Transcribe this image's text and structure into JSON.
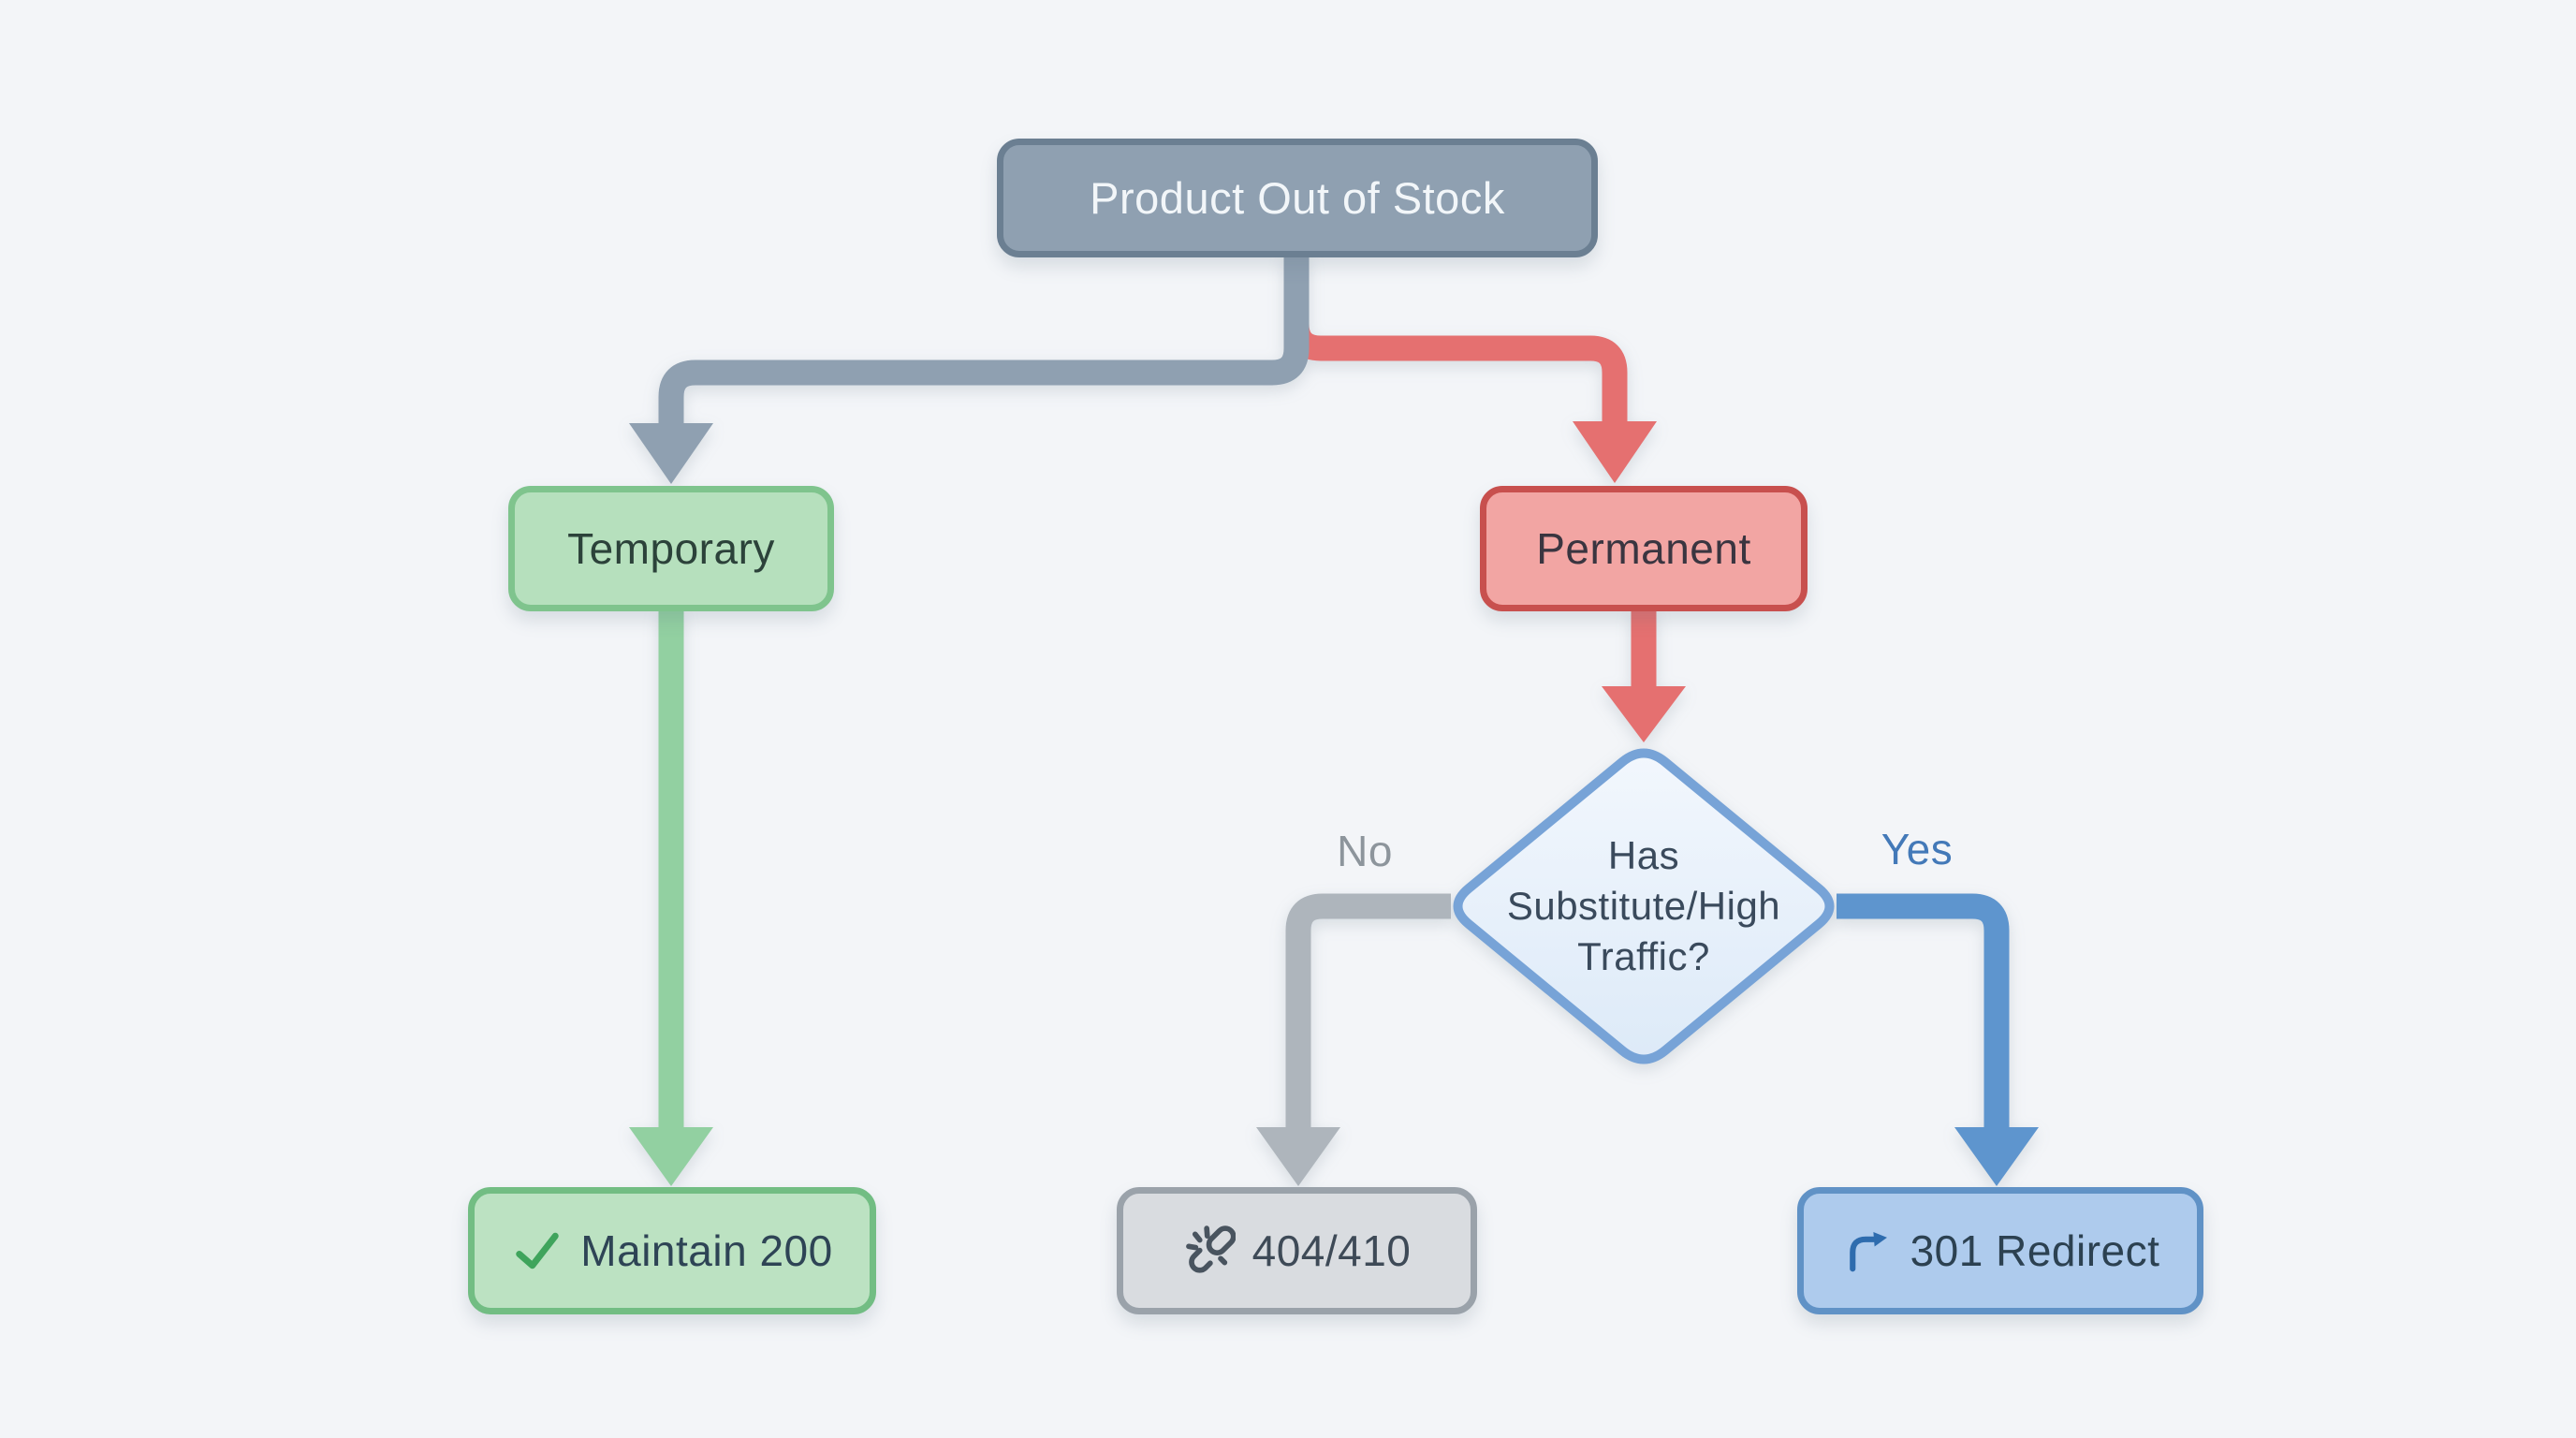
{
  "canvas": {
    "background": "#F3F5F8"
  },
  "nodes": {
    "root": {
      "label": "Product Out of Stock",
      "fill": "#8FA0B1",
      "border": "#6B7F92",
      "text_color": "#F2F6F9"
    },
    "temporary": {
      "label": "Temporary",
      "fill": "#B6E0BD",
      "border": "#7FC48D",
      "text_color": "#2C423A"
    },
    "permanent": {
      "label": "Permanent",
      "fill": "#F2A5A3",
      "border": "#C8504E",
      "text_color": "#3A3540"
    },
    "decision": {
      "line1": "Has",
      "line2": "Substitute/High",
      "line3": "Traffic?",
      "fill_top": "#F2F7FD",
      "fill_bottom": "#DDEAF8",
      "border": "#77A3D7",
      "text_color": "#3A4A5C"
    },
    "maintain": {
      "label": "Maintain 200",
      "icon": "check-icon",
      "icon_color": "#3FA45C",
      "fill": "#BCE2C2",
      "border": "#72BD83",
      "text_color": "#2E4455"
    },
    "not_found": {
      "label": "404/410",
      "icon": "broken-link-icon",
      "icon_color": "#49545F",
      "fill": "#D9DCE0",
      "border": "#9AA2AA",
      "text_color": "#3E4A57"
    },
    "redirect": {
      "label": "301 Redirect",
      "icon": "redirect-arrow-icon",
      "icon_color": "#2E6CAE",
      "fill": "#AECBED",
      "border": "#6092C6",
      "text_color": "#2C4151"
    }
  },
  "edges": {
    "slate": "#8FA0B1",
    "red": "#E57070",
    "green": "#92D0A1",
    "gray": "#AEB5BC",
    "blue": "#5E95CE"
  },
  "branch_labels": {
    "no": {
      "text": "No",
      "color": "#8D959C"
    },
    "yes": {
      "text": "Yes",
      "color": "#4379B8"
    }
  }
}
